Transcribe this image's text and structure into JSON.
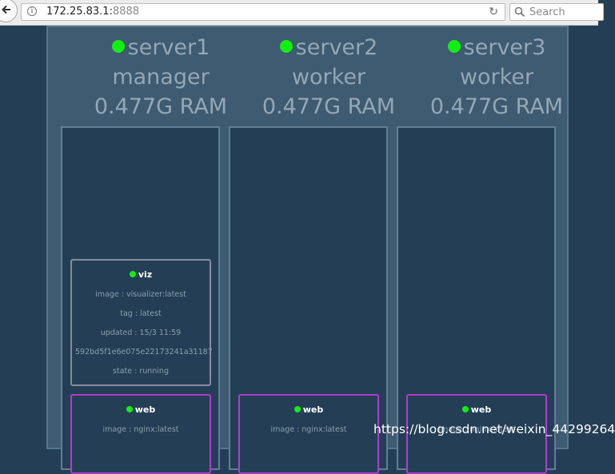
{
  "browser": {
    "url_host": "172.25.83.1:",
    "url_port": "8888",
    "search_placeholder": "Search"
  },
  "nodes": [
    {
      "name": "server1",
      "role": "manager",
      "ram": "0.477G RAM",
      "status_color": "#11ef11",
      "tasks": [
        {
          "name": "viz",
          "image": "image : visualizer:latest",
          "tag": "tag : latest",
          "updated": "updated : 15/3 11:59",
          "id": "592bd5f1e6e075e22173241a31187",
          "state": "state : running"
        },
        {
          "name": "web",
          "image": "image : nginx:latest"
        }
      ]
    },
    {
      "name": "server2",
      "role": "worker",
      "ram": "0.477G RAM",
      "status_color": "#11ef11",
      "tasks": [
        {
          "name": "web",
          "image": "image : nginx:latest"
        }
      ]
    },
    {
      "name": "server3",
      "role": "worker",
      "ram": "0.477G RAM",
      "status_color": "#11ef11",
      "tasks": [
        {
          "name": "web",
          "image": "image : nginx:latest"
        }
      ]
    }
  ],
  "watermark": "https://blog.csdn.net/weixin_44299264"
}
